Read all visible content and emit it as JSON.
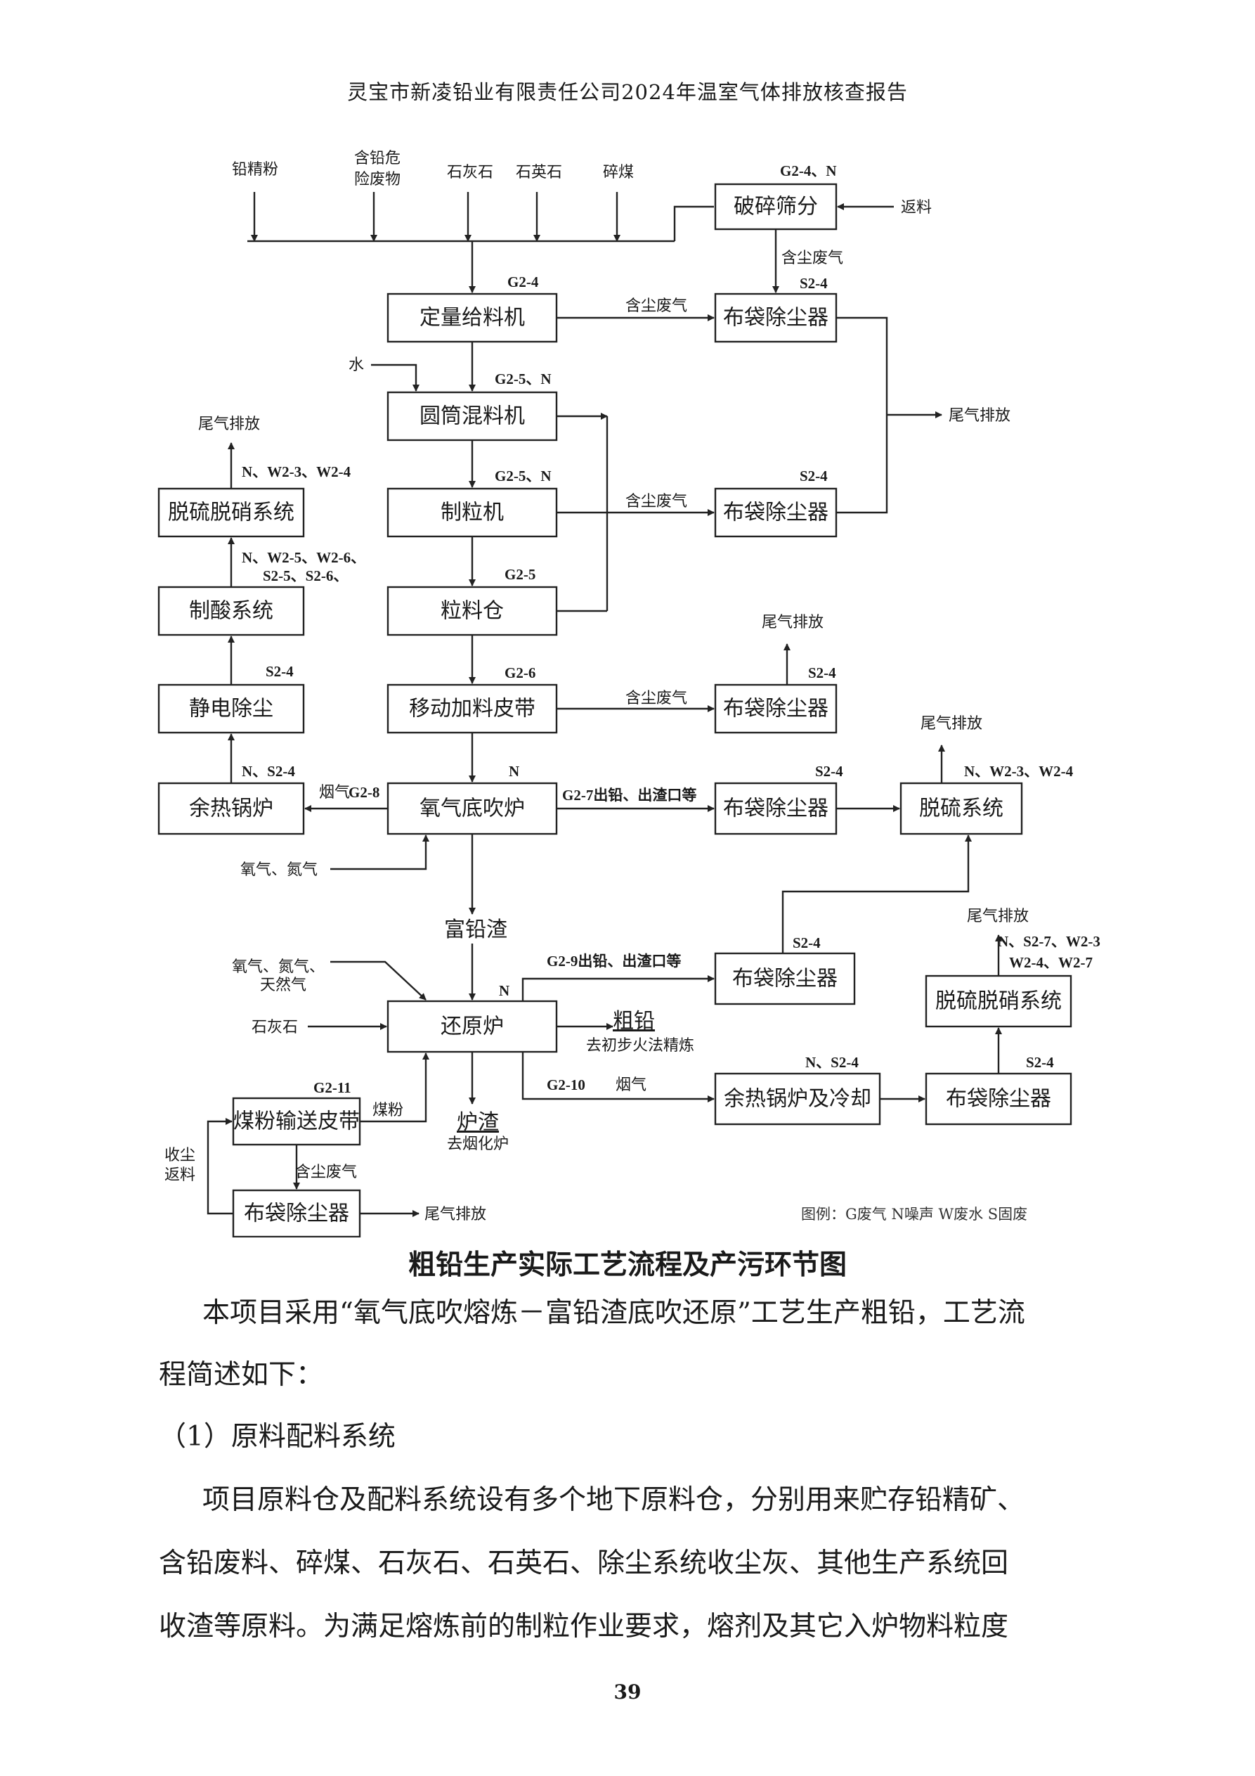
{
  "header": "灵宝市新凌铅业有限责任公司2024年温室气体排放核查报告",
  "diagram": {
    "boxes": {
      "crusher": "破碎筛分",
      "feeder": "定量给料机",
      "mixer": "圆筒混料机",
      "granulator": "制粒机",
      "bin": "粒料仓",
      "belt": "移动加料皮带",
      "furnace": "氧气底吹炉",
      "bag1": "布袋除尘器",
      "bag2": "布袋除尘器",
      "bag3": "布袋除尘器",
      "bag4": "布袋除尘器",
      "bag5": "布袋除尘器",
      "bag6": "布袋除尘器",
      "bag7": "布袋除尘器",
      "desox": "脱硫系统",
      "desox_denox_left": "脱硫脱硝系统",
      "acid": "制酸系统",
      "esp": "静电除尘",
      "boiler": "余热锅炉",
      "reduction": "还原炉",
      "coal_belt": "煤粉输送皮带",
      "boiler_cool": "余热锅炉及冷却",
      "desox_denox_right": "脱硫脱硝系统"
    },
    "inputs": {
      "lead_concentrate": "铅精粉",
      "hazardous_1": "含铅危",
      "hazardous_2": "险废物",
      "limestone": "石灰石",
      "quartz": "石英石",
      "coal": "碎煤",
      "return": "返料",
      "water": "水",
      "oxygen_nitrogen": "氧气、氮气",
      "red_gas_1": "氧气、氮气、",
      "red_gas_2": "天然气",
      "red_limestone": "石灰石",
      "dust_return_1": "收尘",
      "dust_return_2": "返料"
    },
    "labels": {
      "dusty_gas": "含尘废气",
      "tail_gas": "尾气排放",
      "flue": "烟气",
      "coal_powder": "煤粉",
      "rich_slag": "富铅渣",
      "crude_lead": "粗铅",
      "crude_lead_note": "去初步火法精炼",
      "slag": "炉渣",
      "slag_note": "去烟化炉"
    },
    "codes": {
      "g24n": "G2-4、N",
      "s24": "S2-4",
      "g24": "G2-4",
      "g25n": "G2-5、N",
      "g25": "G2-5",
      "g26": "G2-6",
      "n": "N",
      "nw": "N、W2-3、W2-4",
      "nws_1": "N、W2-5、W2-6、",
      "nws_2": "S2-5、S2-6、",
      "ns24": "N、S2-4",
      "g28": "G2-8",
      "g27": "G2-7出铅、出渣口等",
      "g29": "G2-9出铅、出渣口等",
      "g210": "G2-10",
      "g211": "G2-11",
      "nsw_1": "N、S2-7、W2-3",
      "nsw_2": "W2-4、W2-7"
    },
    "legend": "图例：G废气 N噪声 W废水 S固废"
  },
  "caption": "粗铅生产实际工艺流程及产污环节图",
  "paragraphs": [
    "本项目采用“氧气底吹熔炼－富铅渣底吹还原”工艺生产粗铅，工艺流",
    "程简述如下：",
    "（1）原料配料系统",
    "项目原料仓及配料系统设有多个地下原料仓，分别用来贮存铅精矿、",
    "含铅废料、碎煤、石灰石、石英石、除尘系统收尘灰、其他生产系统回",
    "收渣等原料。为满足熔炼前的制粒作业要求，熔剂及其它入炉物料粒度"
  ],
  "page_number": "39"
}
